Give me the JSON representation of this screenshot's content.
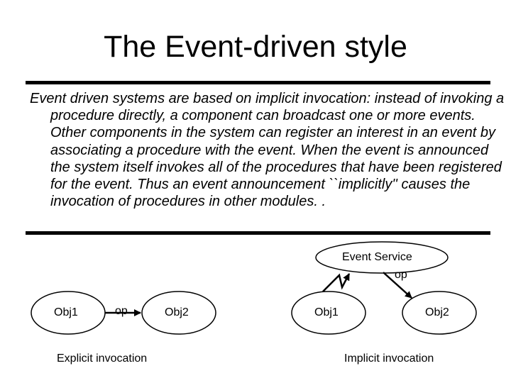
{
  "title": "The Event-driven style",
  "body_text": "Event driven systems are based on implicit invocation: instead of invoking a procedure directly, a component can broadcast one or more events. Other components in the system can register an interest in an event by associating a procedure with the event. When the event is announced the system itself invokes all of the procedures that have been registered for the event. Thus an event announcement ``implicitly'' causes the invocation of procedures in other modules. .",
  "explicit": {
    "obj1": "Obj1",
    "obj2": "Obj2",
    "op": "op",
    "caption": "Explicit invocation"
  },
  "implicit": {
    "service_name": "Event Service",
    "service_op": "op",
    "obj1": "Obj1",
    "obj2": "Obj2",
    "caption": "Implicit invocation"
  },
  "colors": {
    "background": "#ffffff",
    "ink": "#000000"
  }
}
